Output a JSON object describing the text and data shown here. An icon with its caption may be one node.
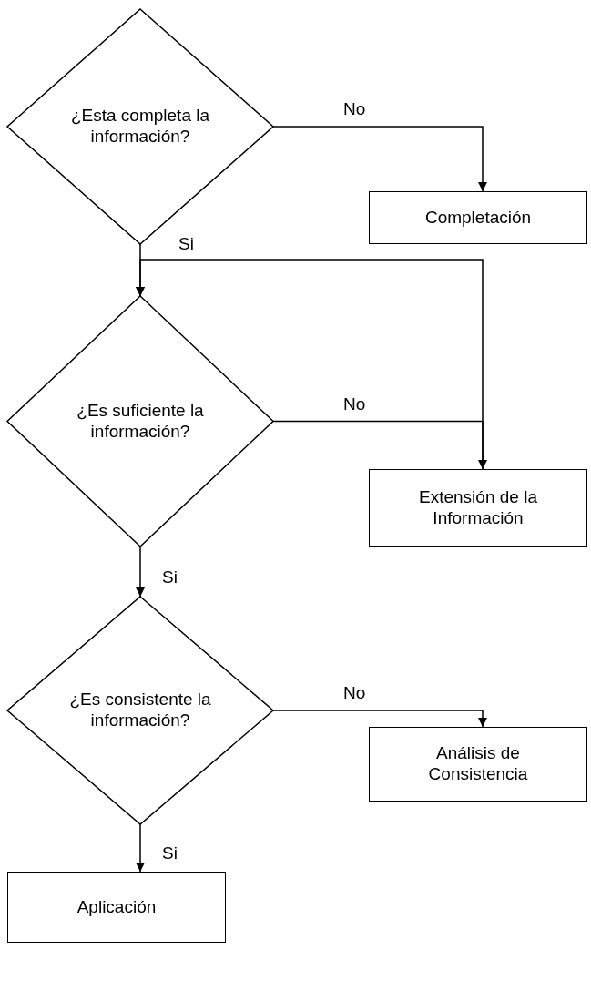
{
  "diagram": {
    "nodes": [
      {
        "text": [
          "¿Esta completa la información?"
        ]
      },
      {
        "text": [
          "Completación"
        ]
      },
      {
        "text": [
          "¿Es suficiente la información?"
        ]
      },
      {
        "text": [
          "Extensión de la Información"
        ]
      },
      {
        "text": [
          "¿Es consistente la información?"
        ]
      },
      {
        "text": [
          "Análisis de Consistencia"
        ]
      },
      {
        "text": [
          "Aplicación"
        ]
      }
    ],
    "edges": [
      {
        "from": 0,
        "to": 1,
        "arrow": "to",
        "label": "No"
      },
      {
        "from": 0,
        "to": 2,
        "arrow": "to"
      },
      {
        "from": 3,
        "to": 2,
        "arrow": "to",
        "label": "Si"
      },
      {
        "from": 2,
        "to": 3,
        "arrow": "to",
        "label": "No"
      },
      {
        "from": 2,
        "to": 4,
        "arrow": "to",
        "label": "Si"
      },
      {
        "from": 4,
        "to": 5,
        "arrow": "to",
        "label": "No"
      },
      {
        "from": 4,
        "to": 6,
        "arrow": "to",
        "label": "Si"
      }
    ]
  }
}
